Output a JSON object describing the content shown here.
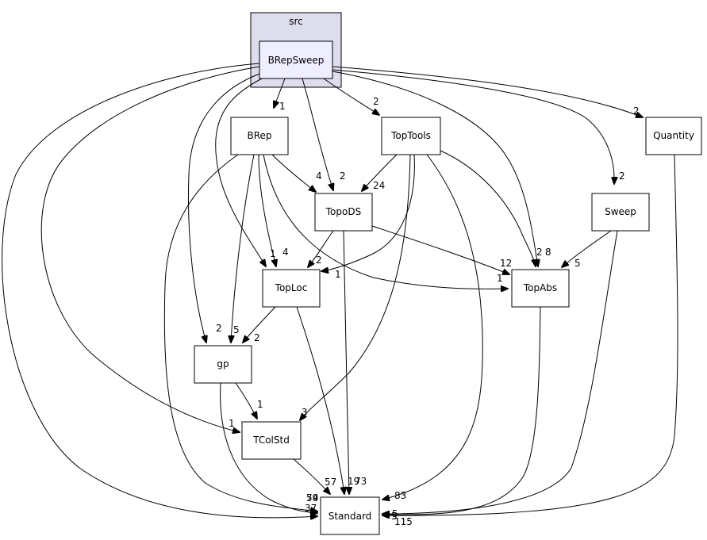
{
  "cluster": {
    "label": "src"
  },
  "nodes": {
    "brepsweep": "BRepSweep",
    "brep": "BRep",
    "toptools": "TopTools",
    "quantity": "Quantity",
    "topods": "TopoDS",
    "sweep": "Sweep",
    "toploc": "TopLoc",
    "topabs": "TopAbs",
    "gp": "gp",
    "tcolstd": "TColStd",
    "standard": "Standard"
  },
  "edges": [
    {
      "from": "BRepSweep",
      "to": "BRep",
      "label": "1"
    },
    {
      "from": "BRepSweep",
      "to": "TopTools",
      "label": "2"
    },
    {
      "from": "BRepSweep",
      "to": "Quantity",
      "label": "2"
    },
    {
      "from": "BRepSweep",
      "to": "TopoDS",
      "label": "2"
    },
    {
      "from": "BRepSweep",
      "to": "Sweep",
      "label": "2"
    },
    {
      "from": "BRepSweep",
      "to": "TopLoc",
      "label": "1"
    },
    {
      "from": "BRepSweep",
      "to": "TopAbs",
      "label": "8"
    },
    {
      "from": "BRepSweep",
      "to": "gp",
      "label": "2"
    },
    {
      "from": "BRepSweep",
      "to": "TColStd",
      "label": "1"
    },
    {
      "from": "BRepSweep",
      "to": "Standard",
      "label": "37"
    },
    {
      "from": "BRep",
      "to": "TopoDS",
      "label": "4"
    },
    {
      "from": "BRep",
      "to": "TopLoc",
      "label": "4"
    },
    {
      "from": "BRep",
      "to": "TopAbs",
      "label": "1"
    },
    {
      "from": "BRep",
      "to": "gp",
      "label": "5"
    },
    {
      "from": "BRep",
      "to": "Standard",
      "label": "79"
    },
    {
      "from": "TopTools",
      "to": "TopoDS",
      "label": "24"
    },
    {
      "from": "TopTools",
      "to": "TopLoc",
      "label": "1"
    },
    {
      "from": "TopTools",
      "to": "TopAbs",
      "label": "2"
    },
    {
      "from": "TopTools",
      "to": "TColStd",
      "label": "3"
    },
    {
      "from": "TopTools",
      "to": "Standard",
      "label": "83"
    },
    {
      "from": "TopoDS",
      "to": "TopLoc",
      "label": "2"
    },
    {
      "from": "TopoDS",
      "to": "TopAbs",
      "label": "12"
    },
    {
      "from": "TopoDS",
      "to": "Standard",
      "label": "73"
    },
    {
      "from": "Sweep",
      "to": "TopAbs",
      "label": "5"
    },
    {
      "from": "Sweep",
      "to": "Standard",
      "label": "5"
    },
    {
      "from": "TopLoc",
      "to": "gp",
      "label": "2"
    },
    {
      "from": "TopLoc",
      "to": "Standard",
      "label": "19"
    },
    {
      "from": "gp",
      "to": "TColStd",
      "label": "1"
    },
    {
      "from": "gp",
      "to": "Standard",
      "label": "54"
    },
    {
      "from": "TColStd",
      "to": "Standard",
      "label": "57"
    },
    {
      "from": "TopAbs",
      "to": "Standard",
      "label": "5"
    },
    {
      "from": "Quantity",
      "to": "Standard",
      "label": "115"
    }
  ]
}
